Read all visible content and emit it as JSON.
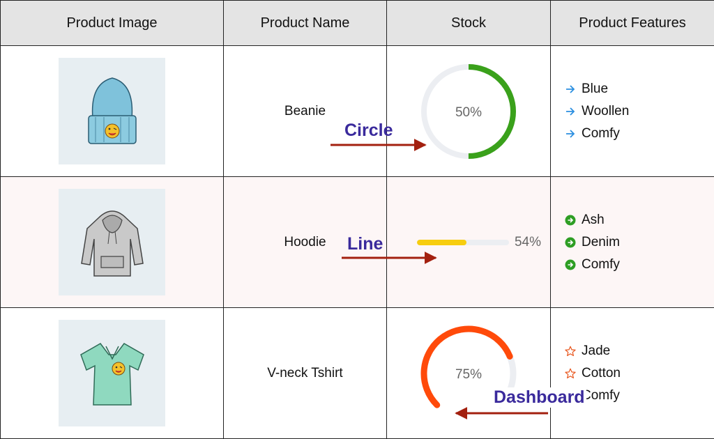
{
  "table": {
    "headers": [
      "Product Image",
      "Product Name",
      "Stock",
      "Product Features"
    ],
    "rows": [
      {
        "name": "Beanie",
        "image_icon": "beanie-icon",
        "stock": {
          "style": "circle",
          "percent": 50,
          "label": "50%",
          "color": "#3aa11b"
        },
        "features": [
          "Blue",
          "Woollen",
          "Comfy"
        ],
        "feature_icon": "arrow-right-icon",
        "feature_icon_color": "#2b8fe0"
      },
      {
        "name": "Hoodie",
        "image_icon": "hoodie-icon",
        "stock": {
          "style": "line",
          "percent": 54,
          "label": "54%",
          "color": "#f7cd0f"
        },
        "features": [
          "Ash",
          "Denim",
          "Comfy"
        ],
        "feature_icon": "circle-arrow-icon",
        "feature_icon_color": "#2e9e24"
      },
      {
        "name": "V-neck Tshirt",
        "image_icon": "tshirt-icon",
        "stock": {
          "style": "dashboard",
          "percent": 75,
          "label": "75%",
          "color": "#ff4a0a"
        },
        "features": [
          "Jade",
          "Cotton",
          "Comfy"
        ],
        "feature_icon": "star-outline-icon",
        "feature_icon_color": "#e8551c"
      }
    ]
  },
  "callouts": {
    "circle": "Circle",
    "line": "Line",
    "dashboard": "Dashboard",
    "arrow_color": "#a3200f"
  },
  "colors": {
    "header_bg": "#e4e4e4",
    "track": "#eceef2",
    "label_text": "#3a2a9c"
  }
}
